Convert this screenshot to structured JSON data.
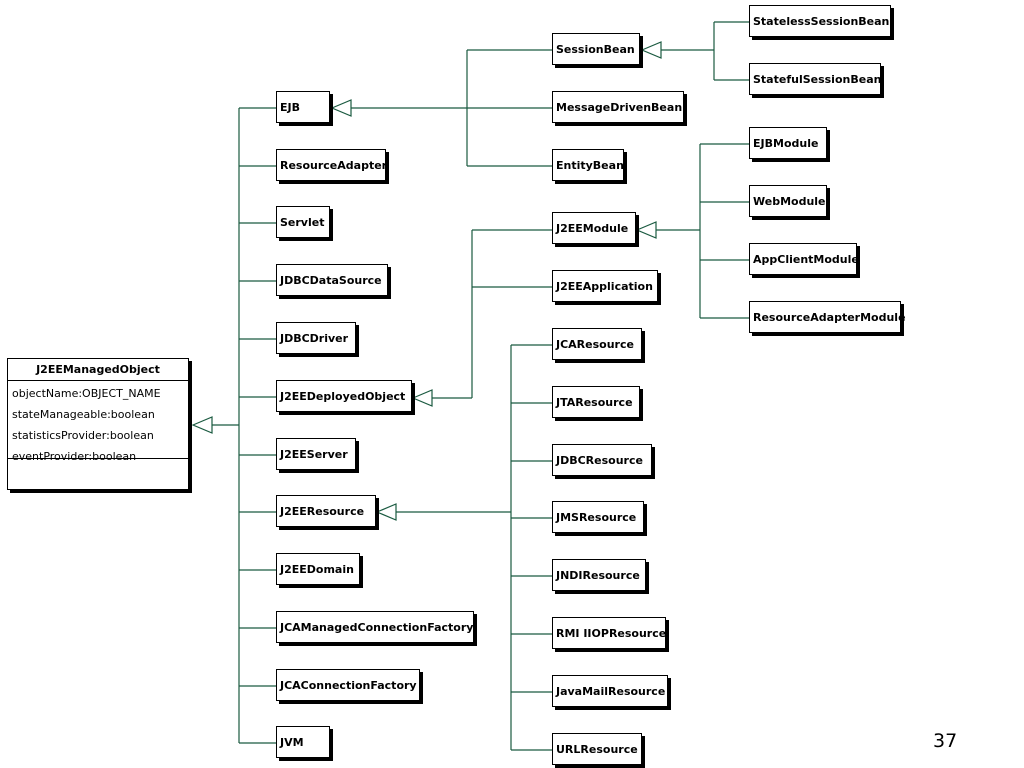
{
  "base_class": {
    "name": "J2EEManagedObject",
    "attributes": [
      "objectName:OBJECT_NAME",
      "stateManageable:boolean",
      "statisticsProvider:boolean",
      "eventProvider:boolean"
    ]
  },
  "classes": {
    "ejb": "EJB",
    "resource_adapter": "ResourceAdapter",
    "servlet": "Servlet",
    "jdbc_data_source": "JDBCDataSource",
    "jdbc_driver": "JDBCDriver",
    "j2ee_deployed_object": "J2EEDeployedObject",
    "j2ee_server": "J2EEServer",
    "j2ee_resource": "J2EEResource",
    "j2ee_domain": "J2EEDomain",
    "jca_managed_connection_factory": "JCAManagedConnectionFactory",
    "jca_connection_factory": "JCAConnectionFactory",
    "jvm": "JVM",
    "session_bean": "SessionBean",
    "message_driven_bean": "MessageDrivenBean",
    "entity_bean": "EntityBean",
    "stateless_session_bean": "StatelessSessionBean",
    "stateful_session_bean": "StatefulSessionBean",
    "j2ee_module": "J2EEModule",
    "j2ee_application": "J2EEApplication",
    "ejb_module": "EJBModule",
    "web_module": "WebModule",
    "app_client_module": "AppClientModule",
    "resource_adapter_module": "ResourceAdapterModule",
    "jca_resource": "JCAResource",
    "jta_resource": "JTAResource",
    "jdbc_resource": "JDBCResource",
    "jms_resource": "JMSResource",
    "jndi_resource": "JNDIResource",
    "rmi_iiop_resource": "RMI IIOPResource",
    "java_mail_resource": "JavaMailResource",
    "url_resource": "URLResource"
  },
  "slide": {
    "page_number": "37"
  }
}
